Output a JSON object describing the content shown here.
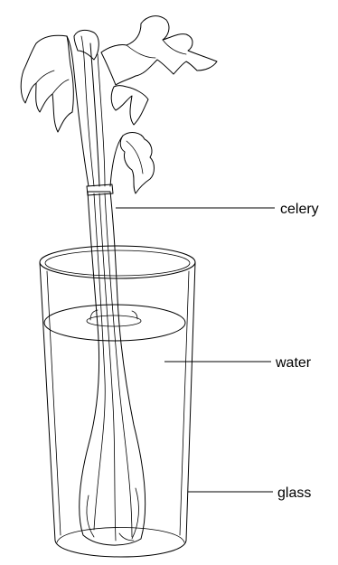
{
  "labels": {
    "celery": "celery",
    "water": "water",
    "glass": "glass"
  }
}
